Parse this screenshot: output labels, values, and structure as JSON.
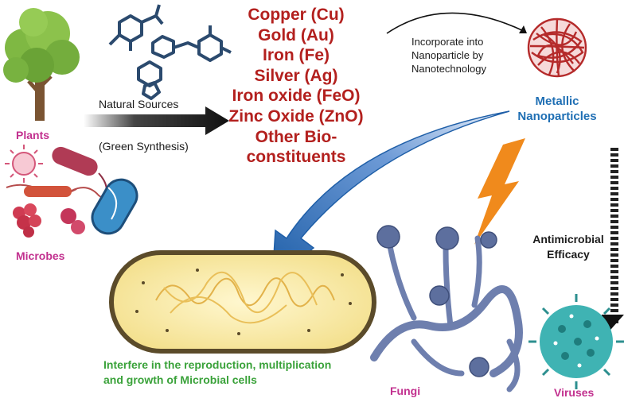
{
  "labels": {
    "plants": "Plants",
    "microbes": "Microbes",
    "natural_sources": "Natural Sources",
    "green_synthesis": "(Green Synthesis)",
    "incorporate": [
      "Incorporate into",
      "Nanoparticle by",
      "Nanotechnology"
    ],
    "metallic_nanoparticles": [
      "Metallic",
      "Nanoparticles"
    ],
    "antimicrobial_efficacy": [
      "Antimicrobial",
      "Efficacy"
    ],
    "interfere": [
      "Interfere in the reproduction, multiplication",
      "and growth of Microbial cells"
    ],
    "fungi": "Fungi",
    "viruses": "Viruses"
  },
  "metals": [
    "Copper (Cu)",
    "Gold (Au)",
    "Iron (Fe)",
    "Silver (Ag)",
    "Iron oxide (FeO)",
    "Zinc Oxide (ZnO)",
    "Other Bio-",
    "constituents"
  ],
  "colors": {
    "metal_text": "#b3201e",
    "organism_label": "#c2318f",
    "nanoparticle_label": "#1f6fb4",
    "outcome_label": "#3aa23a",
    "arrow_blue": "#1f5fa8",
    "bolt": "#f08a1c",
    "molecule": "#2b4a6e",
    "fungi": "#7b8bb8",
    "virus": "#33a6a6",
    "nanoparticle": "#b52a2a"
  },
  "icons": [
    "tree-icon",
    "molecule-icon",
    "bacteria-icon",
    "nanoparticle-icon",
    "lightning-icon",
    "fungi-icon",
    "virus-icon"
  ]
}
